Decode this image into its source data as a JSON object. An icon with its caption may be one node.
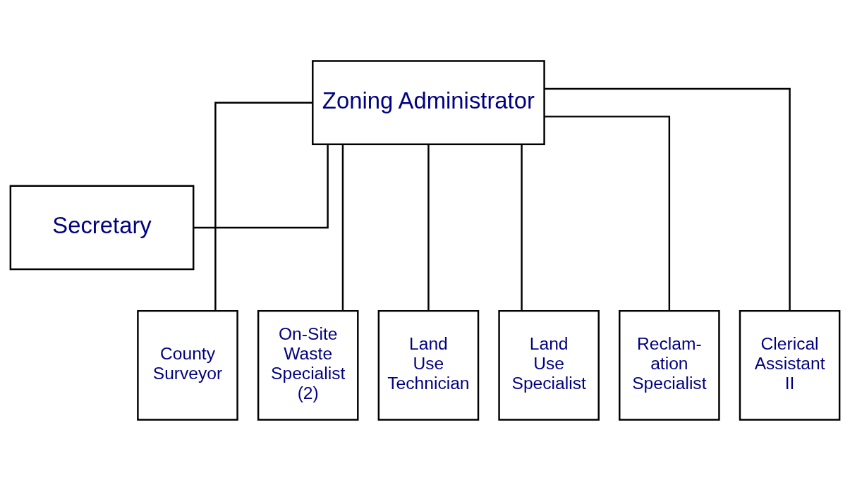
{
  "diagram": {
    "nodes": [
      {
        "text": [
          "Zoning Administrator"
        ]
      },
      {
        "text": [
          "Secretary"
        ]
      },
      {
        "text": [
          "County Surveyor"
        ]
      },
      {
        "text": [
          "On-Site Waste Specialist (2)"
        ]
      },
      {
        "text": [
          "Land Use Technician"
        ]
      },
      {
        "text": [
          "Land Use Specialist"
        ]
      },
      {
        "text": [
          "Reclam- ation Specialist"
        ]
      },
      {
        "text": [
          "Clerical Assistant II"
        ]
      }
    ],
    "edges": [
      {
        "from": 0,
        "to": 1,
        "arrow": "none"
      },
      {
        "from": 0,
        "to": 2,
        "arrow": "none"
      },
      {
        "from": 0,
        "to": 3,
        "arrow": "none"
      },
      {
        "from": 0,
        "to": 4,
        "arrow": "none"
      },
      {
        "from": 0,
        "to": 5,
        "arrow": "none"
      },
      {
        "from": 0,
        "to": 6,
        "arrow": "none"
      },
      {
        "from": 0,
        "to": 7,
        "arrow": "none"
      }
    ]
  }
}
